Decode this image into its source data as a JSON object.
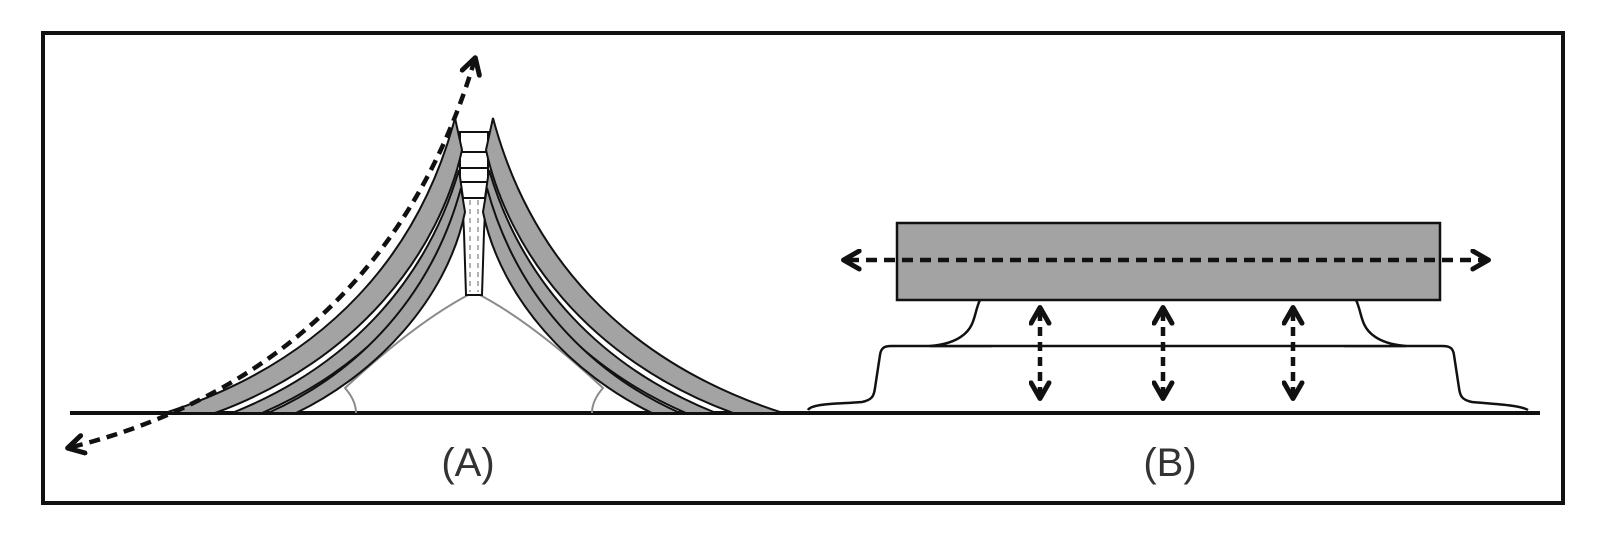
{
  "panels": [
    {
      "id": "A",
      "label": "(A)"
    },
    {
      "id": "B",
      "label": "(B)"
    }
  ],
  "colors": {
    "frame": "#111111",
    "fill": "#a3a3a3",
    "stroke": "#111111",
    "thin_line": "#8a8a8a",
    "background": "#ffffff"
  }
}
